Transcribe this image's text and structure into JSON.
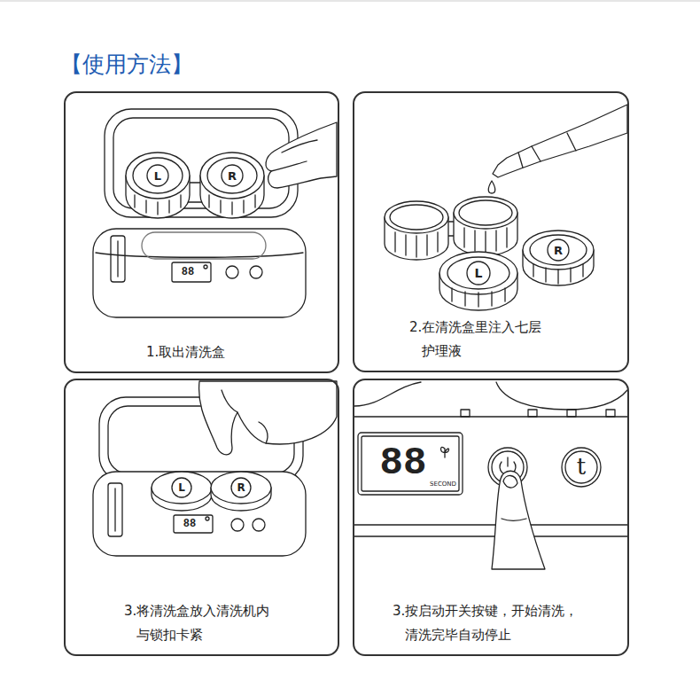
{
  "diagram": {
    "title": "【使用方法】",
    "nodes": [
      {
        "text": [
          "1.取出清洗盒"
        ]
      },
      {
        "text": [
          "2.在清洗盒里注入七层 护理液"
        ]
      },
      {
        "text": [
          "3.将清洗盒放入清洗机内 与锁扣卡紧"
        ]
      },
      {
        "text": [
          "3.按启动开关按键，开始清洗， 清洗完毕自动停止"
        ]
      }
    ],
    "edges": [],
    "labels": [
      "L",
      "R",
      "88",
      "L",
      "R",
      "L",
      "R",
      "88",
      "88",
      "SECOND",
      "t"
    ]
  }
}
